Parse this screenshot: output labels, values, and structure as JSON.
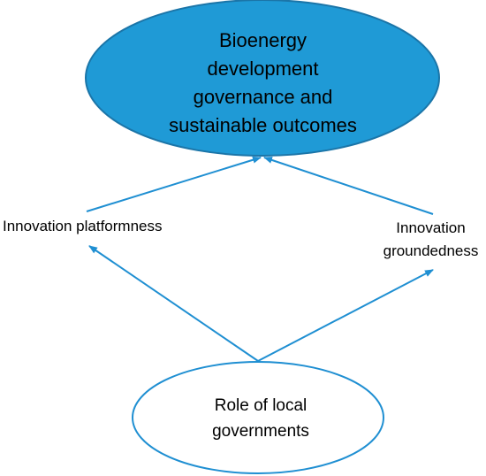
{
  "diagram": {
    "outcome_node": {
      "lines": [
        "Bioenergy",
        "development",
        "governance and",
        "sustainable outcomes"
      ]
    },
    "left_factor": {
      "label": "Innovation platformness"
    },
    "right_factor": {
      "lines": [
        "Innovation",
        "groundedness"
      ]
    },
    "source_node": {
      "lines": [
        "Role of local",
        "governments"
      ]
    },
    "colors": {
      "outcome_fill": "#1f9ad6",
      "outcome_stroke": "#1b75a8",
      "source_fill": "#ffffff",
      "source_stroke": "#1f8fd2",
      "arrow": "#1f8fd2",
      "text": "#000000"
    }
  }
}
